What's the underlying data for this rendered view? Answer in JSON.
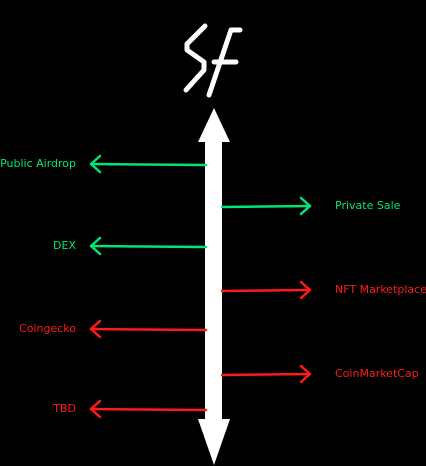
{
  "logo": {
    "text": "SF",
    "color": "#ffffff"
  },
  "timeline": {
    "color": "#ffffff",
    "direction": "bidirectional"
  },
  "colors": {
    "done": "#00e676",
    "pending": "#ff1a1a",
    "background": "#000000"
  },
  "milestones": [
    {
      "label": "Public Airdrop",
      "side": "left",
      "status": "done"
    },
    {
      "label": "Private Sale",
      "side": "right",
      "status": "done"
    },
    {
      "label": "DEX",
      "side": "left",
      "status": "done"
    },
    {
      "label": "NFT Marketplace",
      "side": "right",
      "status": "pending"
    },
    {
      "label": "Coingecko",
      "side": "left",
      "status": "pending"
    },
    {
      "label": "CoinMarketCap",
      "side": "right",
      "status": "pending"
    },
    {
      "label": "TBD",
      "side": "left",
      "status": "pending"
    }
  ]
}
